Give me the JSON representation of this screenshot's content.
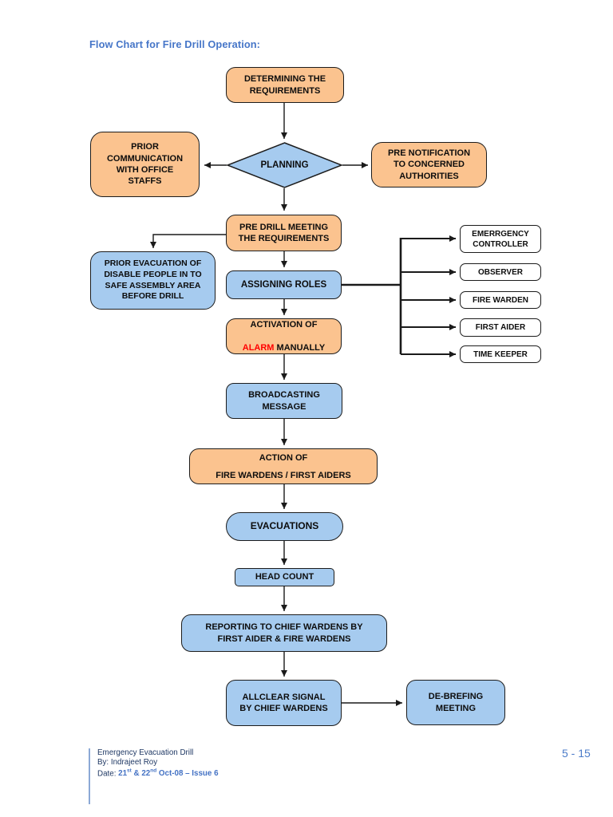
{
  "page": {
    "title": "Flow Chart for Fire Drill Operation:",
    "page_number": "5 - 15"
  },
  "flowchart": {
    "nodes": {
      "determining": "DETERMINING THE\nREQUIREMENTS",
      "planning": "PLANNING",
      "prior_communication": "PRIOR\nCOMMUNICATION\nWITH OFFICE\nSTAFFS",
      "pre_notification": "PRE NOTIFICATION\nTO CONCERNED\nAUTHORITIES",
      "pre_drill": "PRE DRILL MEETING\nTHE REQUIREMENTS",
      "prior_evacuation": "PRIOR EVACUATION OF\nDISABLE PEOPLE IN TO\nSAFE ASSEMBLY AREA\nBEFORE DRILL",
      "assigning_roles": "ASSIGNING ROLES",
      "activation": {
        "line1": "ACTIVATION OF",
        "alarm": "ALARM",
        "rest": " MANUALLY"
      },
      "broadcasting": "BROADCASTING\nMESSAGE",
      "action": "ACTION OF\nFIRE WARDENS / FIRST AIDERS",
      "evacuations": "EVACUATIONS",
      "head_count": "HEAD COUNT",
      "reporting": "REPORTING TO CHIEF WARDENS BY\nFIRST AIDER & FIRE WARDENS",
      "allclear": "ALLCLEAR SIGNAL\nBY CHIEF WARDENS",
      "debriefing": "DE-BREFING\nMEETING"
    },
    "roles": [
      "EMERRGENCY\nCONTROLLER",
      "OBSERVER",
      "FIRE WARDEN",
      "FIRST AIDER",
      "TIME KEEPER"
    ]
  },
  "footer": {
    "line1": "Emergency Evacuation Drill",
    "line2": "By: Indrajeet Roy",
    "date_label": "Date: ",
    "date_day1": "21",
    "date_sup1": "st",
    "date_join": " & 22",
    "date_sup2": "nd",
    "date_rest": " Oct-08 – Issue 6",
    "page_number": "5 - 15"
  },
  "colors": {
    "box_orange": "#FBC38F",
    "box_blue": "#A6CBEF",
    "alarm_red": "#FF0000",
    "title_blue": "#4676C8",
    "footer_navy": "#1F3864",
    "footer_date_blue": "#4472C4",
    "connector_black": "#1a1a1a"
  }
}
